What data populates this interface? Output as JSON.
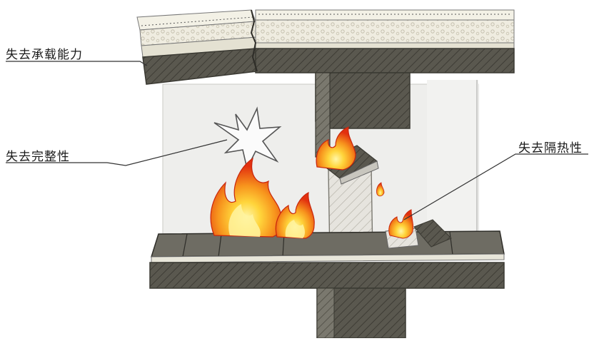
{
  "labels": {
    "load_bearing": "失去承载能力",
    "integrity": "失去完整性",
    "insulation": "失去隔热性"
  },
  "colors": {
    "concrete_dark": "#58564d",
    "concrete_light": "#8f8d84",
    "insulation_layer": "#e9e6d6",
    "wall_bg": "#ededed",
    "flame_outer": "#e83a14",
    "flame_mid": "#f7941d",
    "flame_inner": "#ffe25a"
  }
}
